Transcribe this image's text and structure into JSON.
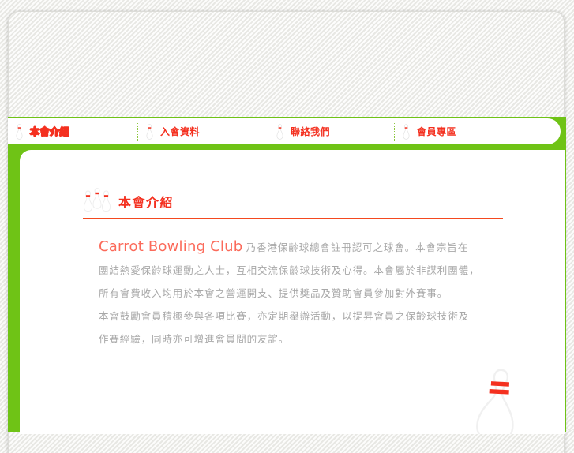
{
  "site": {
    "brand": "Carrot Bowling Club",
    "accent_green": "#6fc316",
    "accent_red": "#f4301f",
    "brand_red": "#fb6a5a",
    "body_text_gray": "#a8a8a8"
  },
  "nav": {
    "items": [
      {
        "label": "本會介紹",
        "icon": "bowling-pin-icon",
        "active": true
      },
      {
        "label": "入會資料",
        "icon": "bowling-pin-icon",
        "active": false
      },
      {
        "label": "聯絡我們",
        "icon": "bowling-pin-icon",
        "active": false
      },
      {
        "label": "會員專區",
        "icon": "bowling-pin-icon",
        "active": false
      }
    ]
  },
  "page": {
    "heading": "本會介紹",
    "heading_icon": "three-bowling-pins-icon",
    "paragraph_lines": [
      {
        "brand": "Carrot Bowling Club",
        "text": " 乃香港保齡球總會註冊認可之球會。本會宗旨在"
      },
      {
        "brand": "",
        "text": "團結熱愛保齡球運動之人士，互相交流保齡球技術及心得。本會屬於非謀利團體，"
      },
      {
        "brand": "",
        "text": "所有會費收入均用於本會之營運開支、提供獎品及贊助會員參加對外賽事。"
      },
      {
        "brand": "",
        "text": "本會鼓勵會員積極參與各項比賽，亦定期舉辦活動，以提昇會員之保齡球技術及"
      },
      {
        "brand": "",
        "text": "作賽經驗，同時亦可增進會員間的友誼。"
      }
    ],
    "decoration_icon": "large-bowling-pin-icon"
  }
}
